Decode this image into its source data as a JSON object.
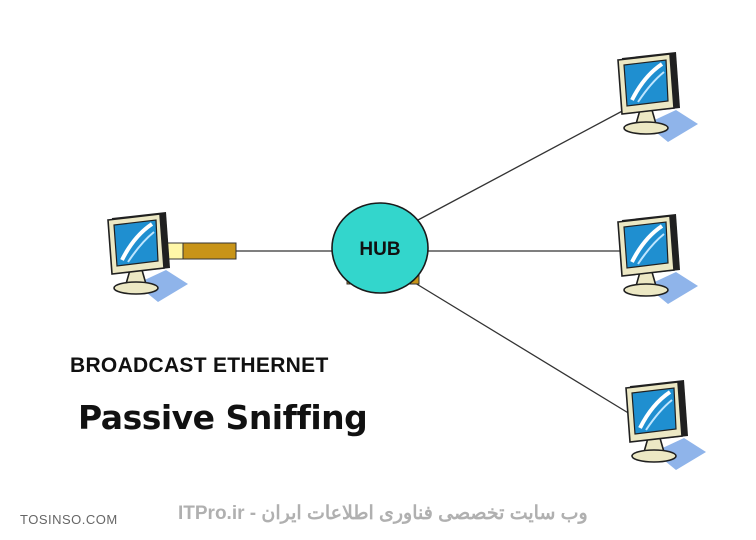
{
  "hub": {
    "label": "HUB",
    "fill": "#33d6cc",
    "stroke": "#1a1a1a"
  },
  "captions": {
    "title": "BROADCAST ETHERNET",
    "subtitle": "Passive Sniffing"
  },
  "watermarks": {
    "left": "TOSINSO.COM",
    "right": "ITPro.ir - وب سایت تخصصی فناوری اطلاعات ایران"
  },
  "computers": [
    {
      "id": "computer-left",
      "icon": "computer-icon"
    },
    {
      "id": "computer-top-right",
      "icon": "computer-icon"
    },
    {
      "id": "computer-mid-right",
      "icon": "computer-icon"
    },
    {
      "id": "computer-bottom-right",
      "icon": "computer-icon"
    }
  ],
  "colors": {
    "monitor_body": "#ece8c4",
    "monitor_shadow": "#202020",
    "screen": "#1f8fd0",
    "pad": "#8fb4ea",
    "connector_light": "#fff7a8",
    "connector_dark": "#c89418",
    "cable": "#333333"
  }
}
